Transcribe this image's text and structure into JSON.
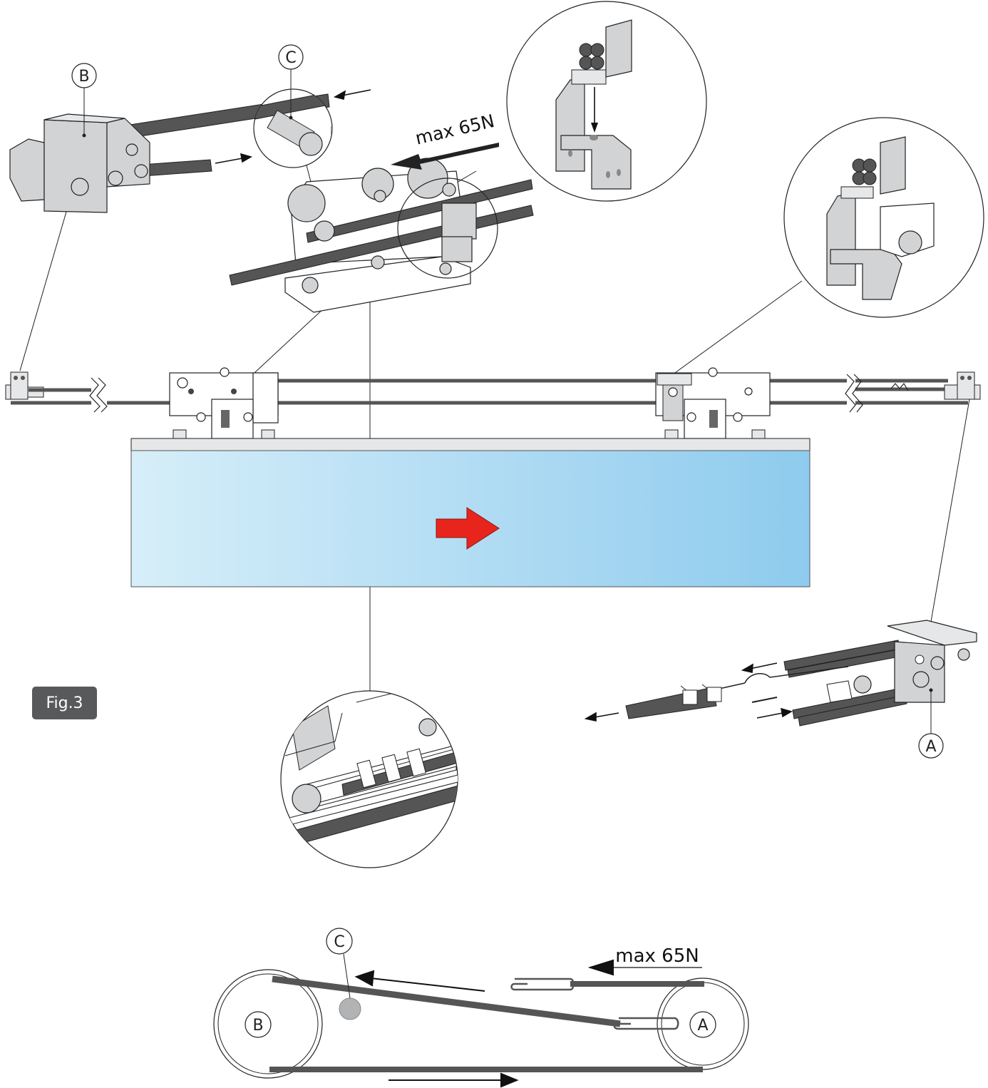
{
  "figure": {
    "label": "Fig.3"
  },
  "callouts": {
    "a_top": "A",
    "b_top": "B",
    "c_top": "C",
    "a_bottom": "A",
    "b_bottom": "B",
    "c_bottom": "C"
  },
  "annotations": {
    "force_top": "max 65N",
    "force_bottom": "max 65N"
  },
  "colors": {
    "glass_left": "#d6eef9",
    "glass_right": "#8ecbee",
    "direction_arrow": "#e8251c",
    "cable": "#555555",
    "part_fill": "#d2d3d4",
    "label_bg": "#58595b"
  }
}
